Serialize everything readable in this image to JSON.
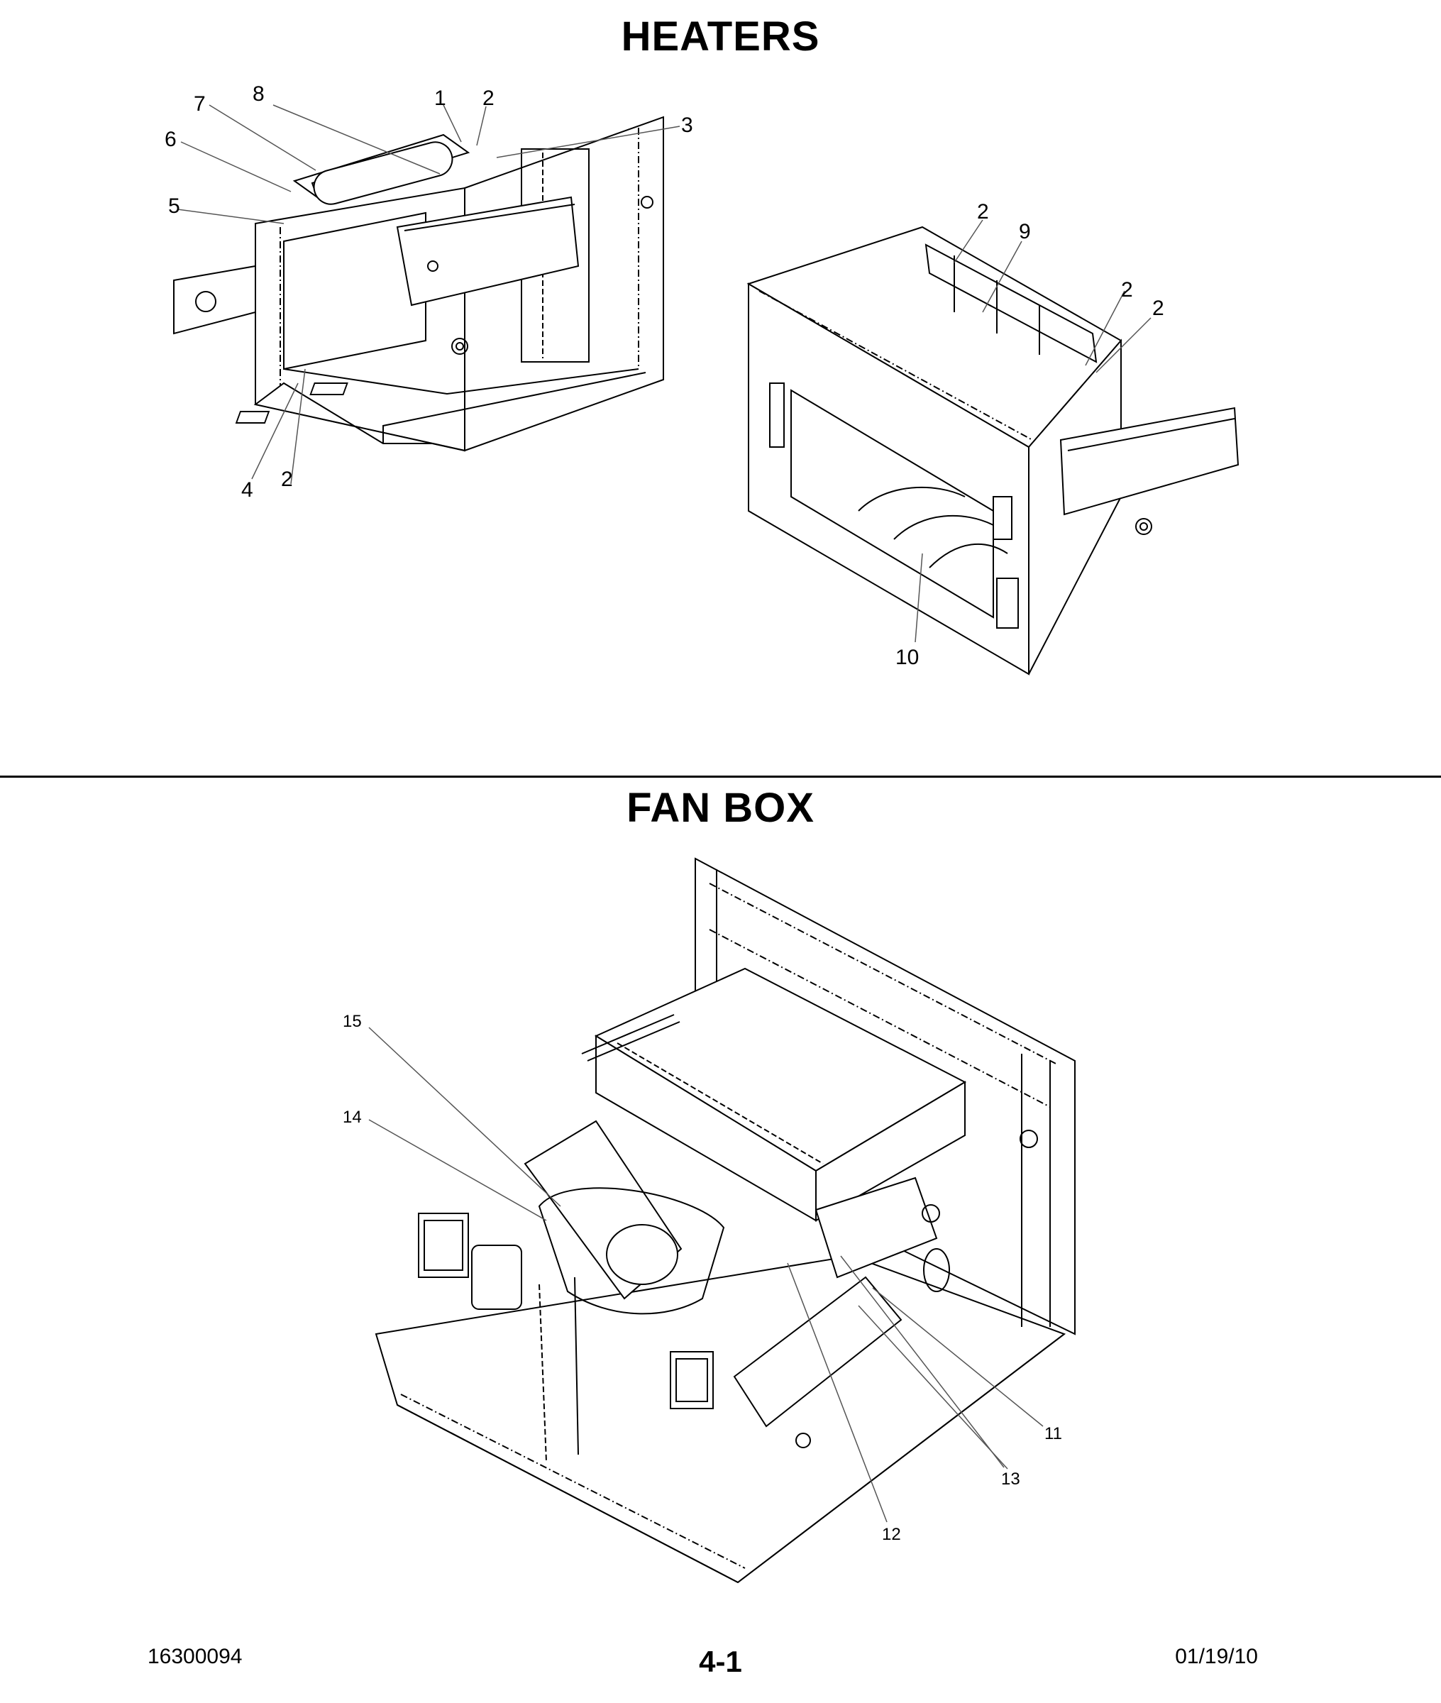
{
  "sections": {
    "heaters": {
      "title": "HEATERS",
      "callouts": [
        "1",
        "2",
        "3",
        "4",
        "5",
        "6",
        "7",
        "8",
        "2",
        "2",
        "9",
        "2",
        "2",
        "10"
      ]
    },
    "fan_box": {
      "title": "FAN BOX",
      "callouts": [
        "11",
        "12",
        "13",
        "14",
        "15"
      ]
    }
  },
  "footer": {
    "doc_number": "16300094",
    "page_number": "4-1",
    "date": "01/19/10"
  },
  "colors": {
    "ink": "#000000",
    "paper": "#ffffff",
    "line_gray": "#555555"
  }
}
